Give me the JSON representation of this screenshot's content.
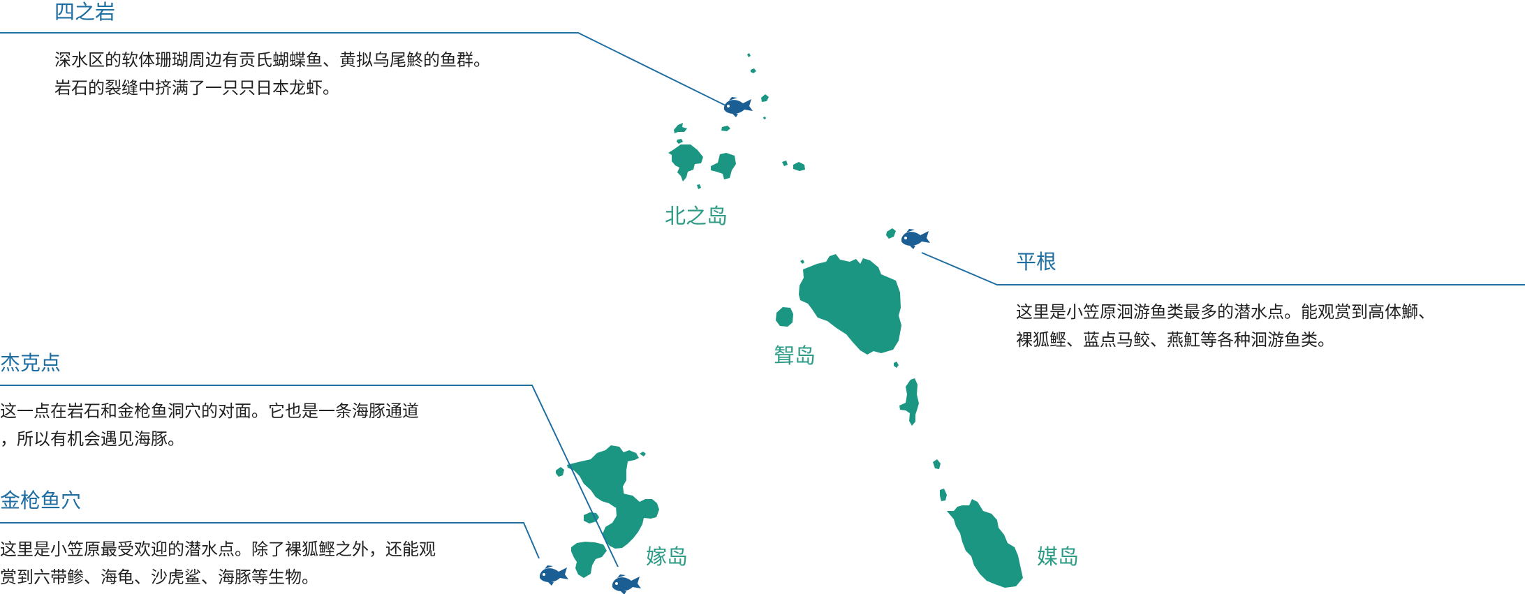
{
  "dive_sites": [
    {
      "id": "yonnoiwa",
      "title": "四之岩",
      "lines": [
        "深水区的软体珊瑚周边有贡氏蝴蝶鱼、黄拟乌尾鮗的鱼群。",
        "岩石的裂缝中挤满了一只只日本龙虾。"
      ]
    },
    {
      "id": "hirane",
      "title": "平根",
      "lines": [
        "这里是小笠原洄游鱼类最多的潜水点。能观赏到高体鰤、",
        "裸狐鲣、蓝点马鲛、燕魟等各种洄游鱼类。"
      ]
    },
    {
      "id": "jack-point",
      "title": "杰克点",
      "lines": [
        "这一点在岩石和金枪鱼洞穴的对面。它也是一条海豚通道",
        "，所以有机会遇见海豚。"
      ]
    },
    {
      "id": "tuna-cave",
      "title": "金枪鱼穴",
      "lines": [
        "这里是小笠原最受欢迎的潜水点。除了裸狐鲣之外，还能观",
        "赏到六带鲹、海龟、沙虎鲨、海豚等生物。"
      ]
    }
  ],
  "islands": {
    "kitanoshima": "北之岛",
    "mukojima": "聟岛",
    "yomejima": "嫁岛",
    "nakodojima": "媒岛"
  },
  "colors": {
    "island": "#1b9682",
    "island_label": "#2e9b86",
    "title": "#1f6ea2",
    "fish": "#1b5e93",
    "text": "#222222"
  },
  "icons": [
    "fish-icon"
  ]
}
